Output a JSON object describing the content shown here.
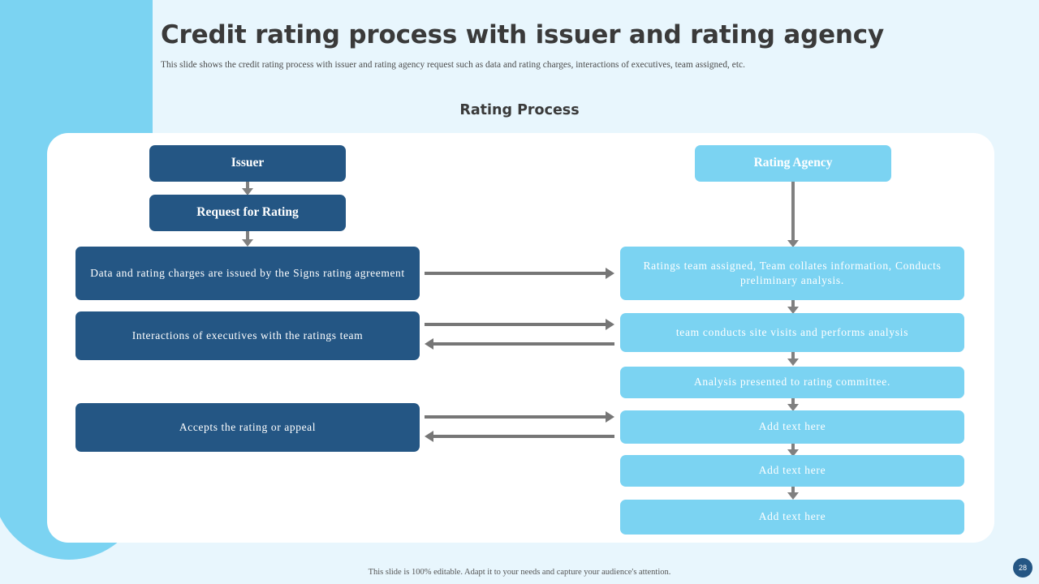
{
  "slide": {
    "title": "Credit rating process with issuer and rating agency",
    "subtitle": "This slide shows the credit rating process with issuer and rating agency request such as data and rating charges, interactions of executives, team assigned, etc.",
    "section_heading": "Rating Process",
    "footer_note": "This slide is 100% editable. Adapt it to your needs and capture your audience's attention.",
    "page_number": "28"
  },
  "colors": {
    "dark_blue": "#245684",
    "light_blue": "#7bd3f2",
    "page_background": "#e8f6fd",
    "card_background": "#ffffff",
    "arrow_gray": "#767676",
    "title_text": "#3a3a3a"
  },
  "issuer_column": {
    "header": "Issuer",
    "steps": [
      {
        "label": "Request for Rating"
      },
      {
        "label": "Data and rating  charges  are issued  by the  Signs rating  agreement"
      },
      {
        "label": "Interactions  of executives  with  the ratings  team"
      },
      {
        "label": "Accepts the rating  or appeal"
      }
    ]
  },
  "agency_column": {
    "header": "Rating Agency",
    "steps": [
      {
        "label": "Ratings  team assigned,  Team  collates  information, Conducts preliminary  analysis."
      },
      {
        "label": "team conducts site visits  and performs  analysis"
      },
      {
        "label": "Analysis  presented  to rating  committee."
      },
      {
        "label": "Add text here"
      },
      {
        "label": "Add text here"
      },
      {
        "label": "Add text here"
      }
    ]
  }
}
